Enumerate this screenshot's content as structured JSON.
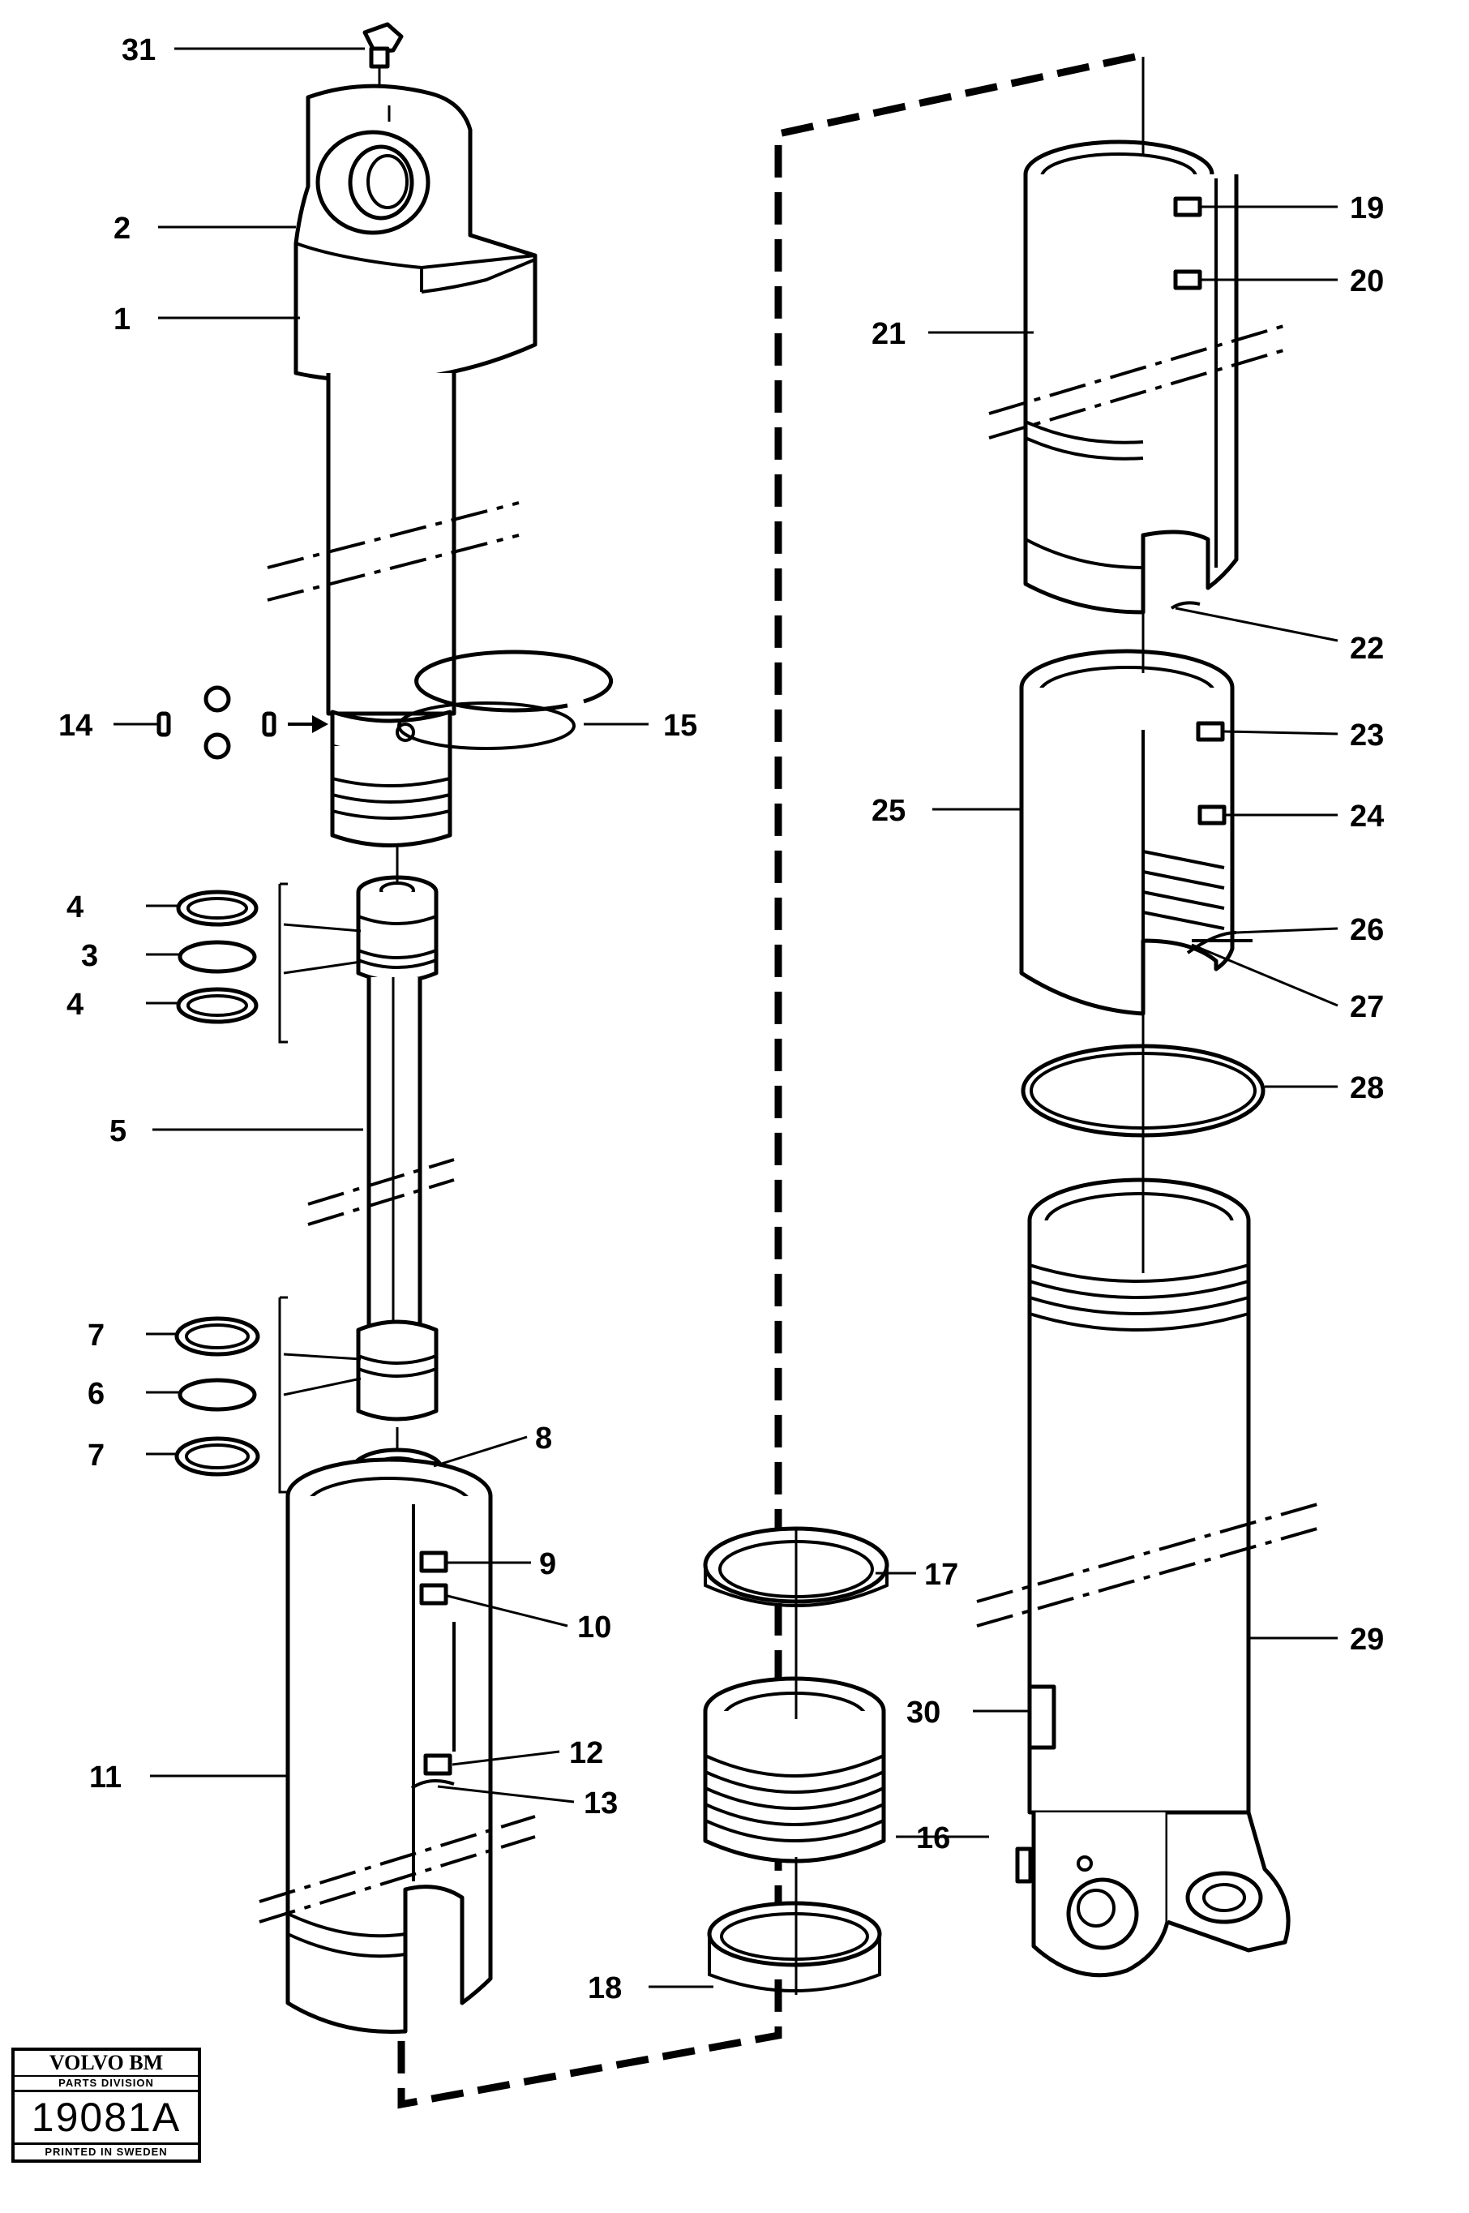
{
  "callouts": [
    {
      "id": "c1",
      "label": "1"
    },
    {
      "id": "c2",
      "label": "2"
    },
    {
      "id": "c3",
      "label": "3"
    },
    {
      "id": "c4a",
      "label": "4"
    },
    {
      "id": "c4b",
      "label": "4"
    },
    {
      "id": "c5",
      "label": "5"
    },
    {
      "id": "c6",
      "label": "6"
    },
    {
      "id": "c7a",
      "label": "7"
    },
    {
      "id": "c7b",
      "label": "7"
    },
    {
      "id": "c8",
      "label": "8"
    },
    {
      "id": "c9",
      "label": "9"
    },
    {
      "id": "c10",
      "label": "10"
    },
    {
      "id": "c11",
      "label": "11"
    },
    {
      "id": "c12",
      "label": "12"
    },
    {
      "id": "c13",
      "label": "13"
    },
    {
      "id": "c14",
      "label": "14"
    },
    {
      "id": "c15",
      "label": "15"
    },
    {
      "id": "c16",
      "label": "16"
    },
    {
      "id": "c17",
      "label": "17"
    },
    {
      "id": "c18",
      "label": "18"
    },
    {
      "id": "c19",
      "label": "19"
    },
    {
      "id": "c20",
      "label": "20"
    },
    {
      "id": "c21",
      "label": "21"
    },
    {
      "id": "c22",
      "label": "22"
    },
    {
      "id": "c23",
      "label": "23"
    },
    {
      "id": "c24",
      "label": "24"
    },
    {
      "id": "c25",
      "label": "25"
    },
    {
      "id": "c26",
      "label": "26"
    },
    {
      "id": "c27",
      "label": "27"
    },
    {
      "id": "c28",
      "label": "28"
    },
    {
      "id": "c29",
      "label": "29"
    },
    {
      "id": "c30",
      "label": "30"
    },
    {
      "id": "c31",
      "label": "31"
    }
  ],
  "stamp": {
    "brand": "VOLVO BM",
    "division": "PARTS DIVISION",
    "number": "19081A",
    "printed": "PRINTED IN SWEDEN"
  }
}
